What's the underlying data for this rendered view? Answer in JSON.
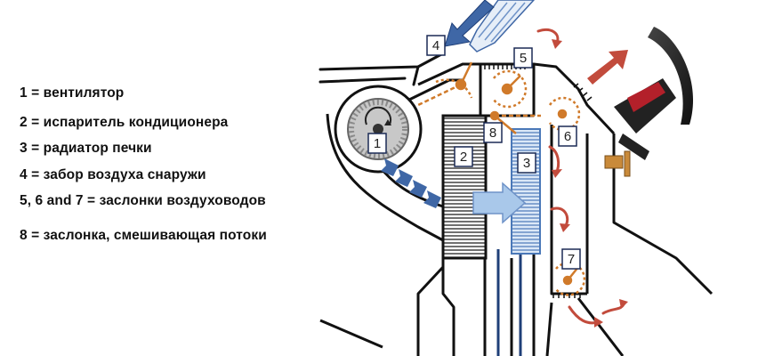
{
  "legend": [
    {
      "text": "1 = вентилятор"
    },
    {
      "text": "2 = испаритель кондиционера"
    },
    {
      "text": "3 = радиатор печки"
    },
    {
      "text": "4 = забор воздуха снаружи"
    },
    {
      "text": "5, 6 and 7 = заслонки воздуховодов"
    },
    {
      "text": "8 = заслонка, смешивающая потоки"
    }
  ],
  "labels": {
    "fan": "1",
    "evaporator": "2",
    "heater_core": "3",
    "outside_air_intake": "4",
    "duct_flap_5": "5",
    "duct_flap_6": "6",
    "duct_flap_7": "7",
    "mix_flap": "8"
  },
  "colors": {
    "outline": "#111111",
    "cold_blue": "#3f67a6",
    "light_blue": "#a9c8ea",
    "warm_red": "#c24b3c",
    "flap_orange": "#d07a2a",
    "fan_grey": "#8a8a8a"
  }
}
